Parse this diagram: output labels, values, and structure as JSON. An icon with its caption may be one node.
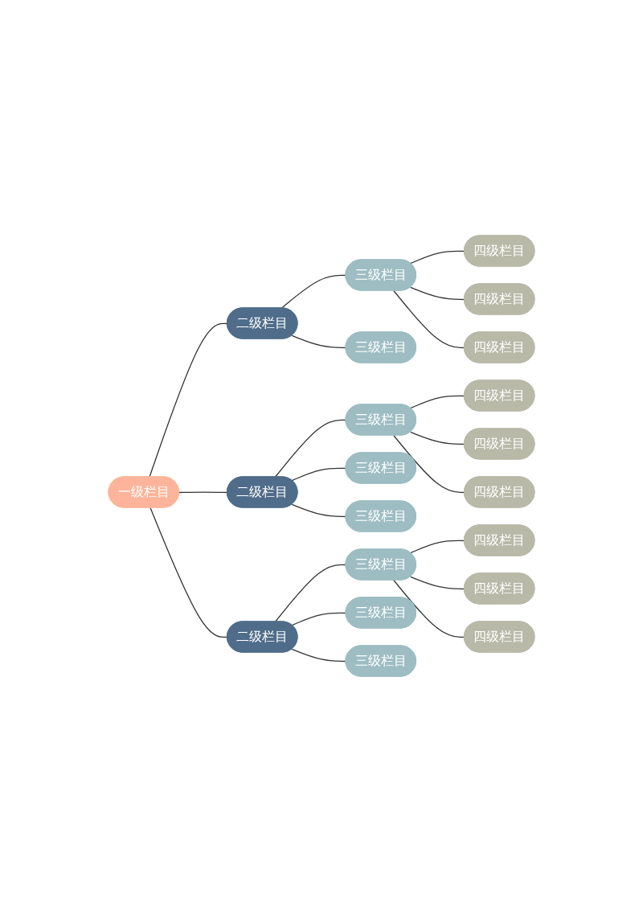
{
  "diagram": {
    "nodes": [
      {
        "text": [
          "一级栏目"
        ]
      },
      {
        "text": [
          "二级栏目"
        ]
      },
      {
        "text": [
          "三级栏目"
        ]
      },
      {
        "text": [
          "四级栏目"
        ]
      },
      {
        "text": [
          "四级栏目"
        ]
      },
      {
        "text": [
          "四级栏目"
        ]
      },
      {
        "text": [
          "三级栏目"
        ]
      },
      {
        "text": [
          "二级栏目"
        ]
      },
      {
        "text": [
          "三级栏目"
        ]
      },
      {
        "text": [
          "四级栏目"
        ]
      },
      {
        "text": [
          "四级栏目"
        ]
      },
      {
        "text": [
          "四级栏目"
        ]
      },
      {
        "text": [
          "三级栏目"
        ]
      },
      {
        "text": [
          "三级栏目"
        ]
      },
      {
        "text": [
          "二级栏目"
        ]
      },
      {
        "text": [
          "三级栏目"
        ]
      },
      {
        "text": [
          "四级栏目"
        ]
      },
      {
        "text": [
          "四级栏目"
        ]
      },
      {
        "text": [
          "四级栏目"
        ]
      },
      {
        "text": [
          "三级栏目"
        ]
      },
      {
        "text": [
          "三级栏目"
        ]
      }
    ],
    "edges": [
      {
        "from": 0,
        "to": 1,
        "arrow": "none"
      },
      {
        "from": 1,
        "to": 2,
        "arrow": "none"
      },
      {
        "from": 2,
        "to": 3,
        "arrow": "none"
      },
      {
        "from": 2,
        "to": 4,
        "arrow": "none"
      },
      {
        "from": 2,
        "to": 5,
        "arrow": "none"
      },
      {
        "from": 1,
        "to": 6,
        "arrow": "none"
      },
      {
        "from": 0,
        "to": 7,
        "arrow": "none"
      },
      {
        "from": 7,
        "to": 8,
        "arrow": "none"
      },
      {
        "from": 8,
        "to": 9,
        "arrow": "none"
      },
      {
        "from": 8,
        "to": 10,
        "arrow": "none"
      },
      {
        "from": 8,
        "to": 11,
        "arrow": "none"
      },
      {
        "from": 7,
        "to": 12,
        "arrow": "none"
      },
      {
        "from": 7,
        "to": 13,
        "arrow": "none"
      },
      {
        "from": 0,
        "to": 14,
        "arrow": "none"
      },
      {
        "from": 14,
        "to": 15,
        "arrow": "none"
      },
      {
        "from": 15,
        "to": 16,
        "arrow": "none"
      },
      {
        "from": 15,
        "to": 17,
        "arrow": "none"
      },
      {
        "from": 15,
        "to": 18,
        "arrow": "none"
      },
      {
        "from": 14,
        "to": 19,
        "arrow": "none"
      },
      {
        "from": 14,
        "to": 20,
        "arrow": "none"
      }
    ]
  }
}
